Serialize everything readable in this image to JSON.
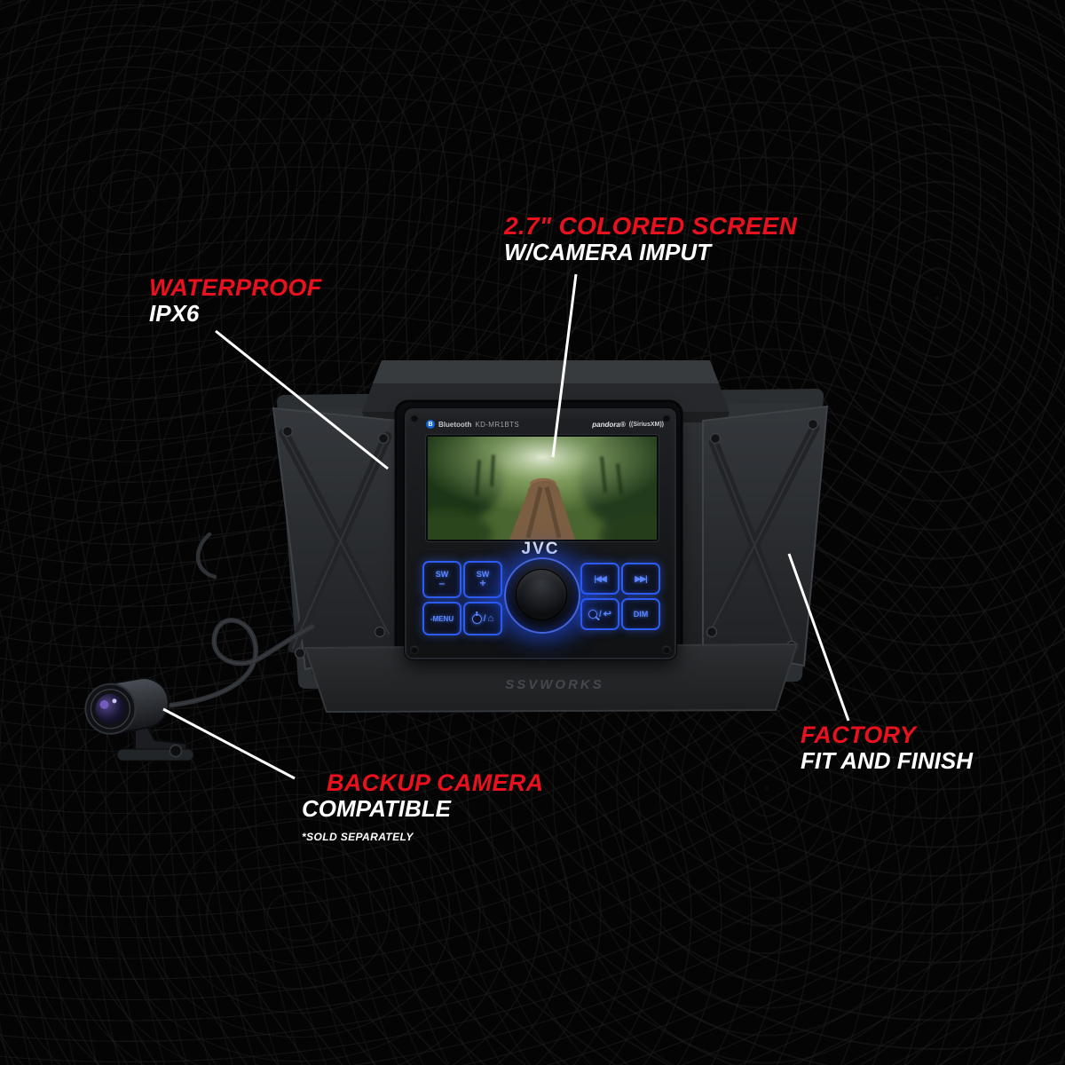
{
  "callouts": {
    "screen": {
      "title": "2.7\" COLORED SCREEN",
      "subtitle": "W/CAMERA IMPUT"
    },
    "waterproof": {
      "title": "WATERPROOF",
      "subtitle": "IPX6"
    },
    "factory": {
      "title": "FACTORY",
      "subtitle": "FIT AND FINISH"
    },
    "backup_camera": {
      "title": "BACKUP CAMERA",
      "subtitle": "COMPATIBLE",
      "note": "*SOLD SEPARATELY"
    }
  },
  "head_unit": {
    "brand_logo": "JVC",
    "model": "KD-MR1BTS",
    "bluetooth_label": "Bluetooth",
    "pandora_label": "pandora®",
    "siriusxm_label": "((SiriusXM))",
    "buttons": {
      "sw_label": "SW",
      "minus": "–",
      "plus": "+",
      "prev": "|◀◀",
      "next": "▶▶|",
      "menu": "-MENU",
      "slash": "/",
      "dim": "DIM"
    }
  },
  "mount": {
    "brand": "SSVWORKS"
  },
  "icons": {
    "bluetooth": "B",
    "home": "⌂",
    "return": "↩"
  },
  "colors": {
    "accent_red": "#e8111d",
    "button_blue": "#2e5bf0",
    "glow_blue": "#2050ff",
    "screen_green": "#4a6630",
    "callout_white": "#ffffff"
  }
}
